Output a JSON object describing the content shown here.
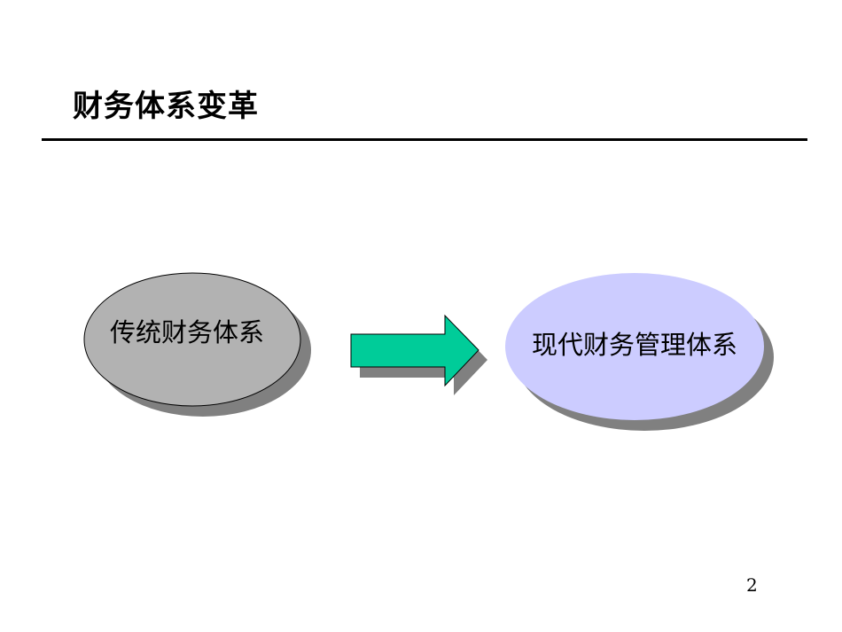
{
  "slide": {
    "title": "财务体系变革",
    "page_number": "2"
  },
  "diagram": {
    "from_label": "传统财务体系",
    "to_label": "现代财务管理体系",
    "colors": {
      "from_fill": "#b2b2b2",
      "to_fill": "#ccccff",
      "arrow_fill": "#00cc99",
      "shadow": "#808080"
    }
  }
}
